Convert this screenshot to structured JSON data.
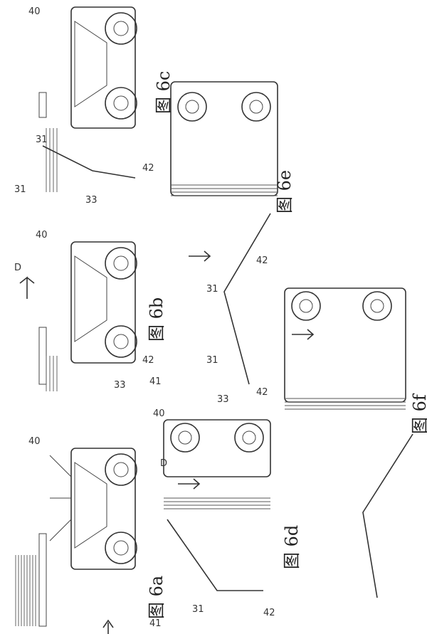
{
  "figures": [
    {
      "id": "6a",
      "caption": "图 6a",
      "labels": [
        "40",
        "41"
      ],
      "arrow": "right-small"
    },
    {
      "id": "6b",
      "caption": "图 6b",
      "labels": [
        "40",
        "D",
        "41",
        "42",
        "33"
      ],
      "arrow": "right"
    },
    {
      "id": "6c",
      "caption": "图 6c",
      "labels": [
        "40",
        "31",
        "31",
        "33",
        "42"
      ],
      "arrow": "none"
    },
    {
      "id": "6d",
      "caption": "图 6d",
      "labels": [
        "40",
        "D",
        "31",
        "42"
      ],
      "arrow": "right"
    },
    {
      "id": "6e",
      "caption": "图 6e",
      "labels": [
        "42",
        "31",
        "31",
        "33",
        "42"
      ],
      "arrow": "right"
    },
    {
      "id": "6f",
      "caption": "图 6f",
      "labels": [],
      "arrow": "right"
    }
  ]
}
